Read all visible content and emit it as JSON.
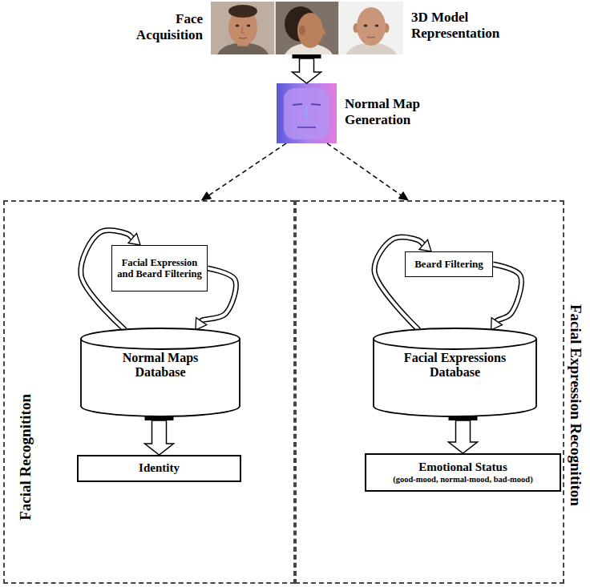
{
  "diagram": {
    "nodes": [
      {
        "text": [
          "Face Acquisition",
          "3D Model Representation"
        ]
      },
      {
        "text": [
          "Normal Map Generation"
        ]
      },
      {
        "text": [
          "Facial Recognititon"
        ]
      },
      {
        "text": [
          "Facial Expression and Beard Filtering"
        ],
        "in": 2
      },
      {
        "text": [
          "Normal Maps Database"
        ],
        "in": 2
      },
      {
        "text": [
          "Identity"
        ],
        "in": 2
      },
      {
        "text": [
          "Facial Expression Recognititon"
        ]
      },
      {
        "text": [
          "Beard Filtering"
        ],
        "in": 6
      },
      {
        "text": [
          "Facial Expressions Database"
        ],
        "in": 6
      },
      {
        "text": [
          "Emotional Status",
          "(good-mood, normal-mood, bad-mood)"
        ],
        "in": 6
      }
    ],
    "edges": [
      {
        "from": 0,
        "to": 1,
        "arrow": "to"
      },
      {
        "from": 1,
        "to": 2,
        "arrow": "to"
      },
      {
        "from": 1,
        "to": 6,
        "arrow": "to"
      },
      {
        "from": 4,
        "to": 3,
        "arrow": "to"
      },
      {
        "from": 3,
        "to": 4,
        "arrow": "to"
      },
      {
        "from": 4,
        "to": 5,
        "arrow": "to"
      },
      {
        "from": 8,
        "to": 7,
        "arrow": "to"
      },
      {
        "from": 7,
        "to": 8,
        "arrow": "to"
      },
      {
        "from": 8,
        "to": 9,
        "arrow": "to"
      }
    ]
  }
}
